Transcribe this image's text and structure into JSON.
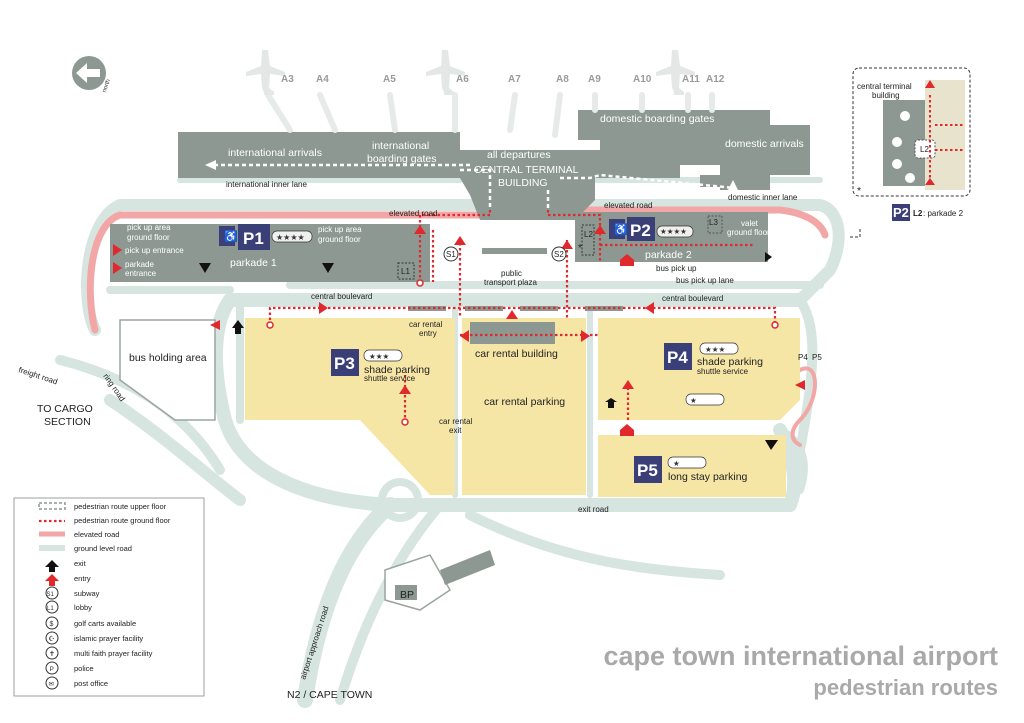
{
  "title": {
    "line1": "cape town international airport",
    "line2": "pedestrian routes"
  },
  "compass": {
    "label": "north"
  },
  "gates": [
    "A3",
    "A4",
    "A5",
    "A6",
    "A7",
    "A8",
    "A9",
    "A10",
    "A11",
    "A12"
  ],
  "buildings": {
    "international_arrivals": "international arrivals",
    "international_boarding_1": "international",
    "international_boarding_2": "boarding gates",
    "all_departures": "all departures",
    "central_terminal_1": "CENTRAL TERMINAL",
    "central_terminal_2": "BUILDING",
    "domestic_boarding": "domestic boarding gates",
    "domestic_arrivals": "domestic arrivals",
    "bus_holding": "bus holding area",
    "car_rental_building": "car rental building",
    "car_rental_parking": "car rental parking",
    "bp": "BP"
  },
  "roads": {
    "international_inner_lane": "international inner lane",
    "domestic_inner_lane": "domestic inner lane",
    "elevated_road_1": "elevated road",
    "elevated_road_2": "elevated road",
    "central_boulevard_1": "central boulevard",
    "central_boulevard_2": "central boulevard",
    "bus_pick_up": "bus pick up",
    "bus_pick_up_lane": "bus pick up lane",
    "freight_road": "freight road",
    "ring_road": "ring road",
    "to_cargo_1": "TO CARGO",
    "to_cargo_2": "SECTION",
    "exit_road": "exit road",
    "airport_approach_road": "airport approach road",
    "n2": "N2 / CAPE TOWN"
  },
  "parkades": {
    "p1": {
      "badge": "P1",
      "name": "parkade 1",
      "stars": "★★★★",
      "pickup_left_1": "pick up area",
      "pickup_left_2": "ground floor",
      "pickup_right_1": "pick up area",
      "pickup_right_2": "ground floor",
      "pickup_entrance": "pick up entrance",
      "parkade_entrance_1": "parkade",
      "parkade_entrance_2": "entrance",
      "lobby": "L1"
    },
    "p2": {
      "badge": "P2",
      "name": "parkade 2",
      "stars": "★★★★",
      "valet_1": "valet",
      "valet_2": "ground floor",
      "lobby2": "L2",
      "lobby3": "L3",
      "asterisk": "*"
    }
  },
  "parking": {
    "p3": {
      "badge": "P3",
      "stars": "★★★",
      "name": "shade parking",
      "sub": "shuttle service"
    },
    "p4": {
      "badge": "P4",
      "stars": "★★★",
      "name": "shade parking",
      "sub": "shuttle service",
      "star2": "★",
      "p4_label": "P4",
      "p5_label": "P5"
    },
    "p5": {
      "badge": "P5",
      "stars": "★",
      "name": "long stay parking"
    }
  },
  "transport": {
    "public_1": "public",
    "public_2": "transport plaza",
    "subway1": "S1",
    "subway2": "S2",
    "car_rental_entry_1": "car rental",
    "car_rental_entry_2": "entry",
    "car_rental_exit_1": "car rental",
    "car_rental_exit_2": "exit"
  },
  "inset": {
    "label_1": "central terminal",
    "label_2": "building",
    "badge": "P2",
    "caption_bold": "L2",
    "caption_rest": ": parkade 2",
    "asterisk": "*",
    "lobby": "L2"
  },
  "legend": [
    {
      "id": "upper",
      "label": "pedestrian route upper floor"
    },
    {
      "id": "ground",
      "label": "pedestrian route ground floor"
    },
    {
      "id": "elevated",
      "label": "elevated road"
    },
    {
      "id": "groundroad",
      "label": "ground level road"
    },
    {
      "id": "exit",
      "label": "exit"
    },
    {
      "id": "entry",
      "label": "entry"
    },
    {
      "id": "subway",
      "label": "subway",
      "icon": "S1"
    },
    {
      "id": "lobby",
      "label": "lobby",
      "icon": "L1"
    },
    {
      "id": "golfcart",
      "label": "golf carts available",
      "icon": "$"
    },
    {
      "id": "islamic",
      "label": "islamic prayer facility",
      "icon": "☪"
    },
    {
      "id": "multifaith",
      "label": "multi faith prayer facility",
      "icon": "✝"
    },
    {
      "id": "police",
      "label": "police",
      "icon": "P"
    },
    {
      "id": "post",
      "label": "post office",
      "icon": "✉"
    }
  ],
  "colors": {
    "building": "#8c9891",
    "road": "#d6e5e0",
    "elevated": "#f2a6a6",
    "parking": "#f6e6a6",
    "route_red": "#e0282d",
    "badge": "#3a3f78"
  }
}
